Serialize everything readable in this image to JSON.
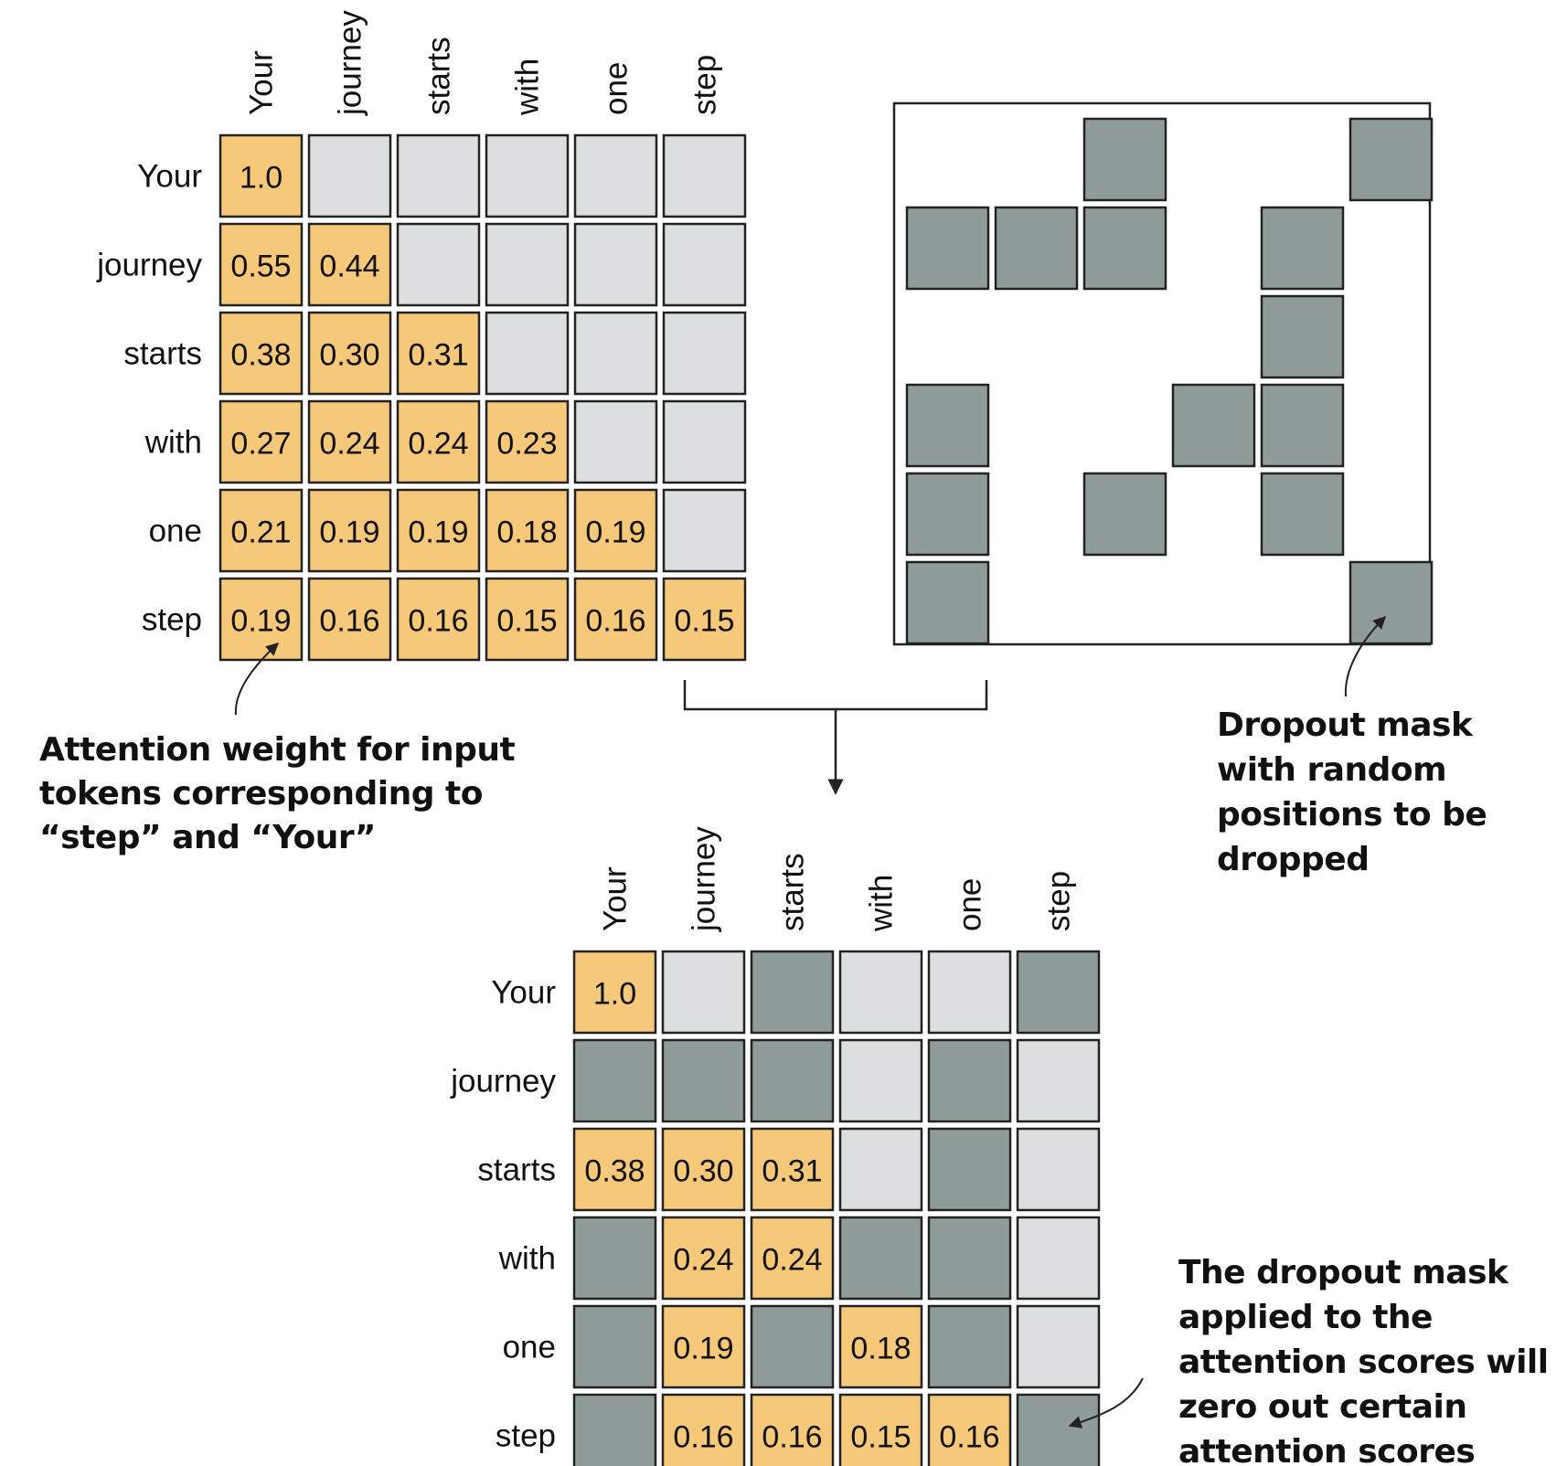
{
  "tokens": [
    "Your",
    "journey",
    "starts",
    "with",
    "one",
    "step"
  ],
  "colors": {
    "weight_cell": "#f6c87a",
    "masked_future_cell": "#dcdfe0",
    "dropped_cell": "#8f9c9a",
    "cell_border": "#222222",
    "line": "#222222"
  },
  "attention_matrix": {
    "rows": [
      [
        "1.0",
        null,
        null,
        null,
        null,
        null
      ],
      [
        "0.55",
        "0.44",
        null,
        null,
        null,
        null
      ],
      [
        "0.38",
        "0.30",
        "0.31",
        null,
        null,
        null
      ],
      [
        "0.27",
        "0.24",
        "0.24",
        "0.23",
        null,
        null
      ],
      [
        "0.21",
        "0.19",
        "0.19",
        "0.18",
        "0.19",
        null
      ],
      [
        "0.19",
        "0.16",
        "0.16",
        "0.15",
        "0.16",
        "0.15"
      ]
    ]
  },
  "dropout_mask": {
    "dropped": [
      [
        0,
        2
      ],
      [
        0,
        5
      ],
      [
        1,
        0
      ],
      [
        1,
        1
      ],
      [
        1,
        2
      ],
      [
        1,
        4
      ],
      [
        2,
        4
      ],
      [
        3,
        0
      ],
      [
        3,
        3
      ],
      [
        3,
        4
      ],
      [
        4,
        0
      ],
      [
        4,
        2
      ],
      [
        4,
        4
      ],
      [
        5,
        0
      ],
      [
        5,
        5
      ]
    ]
  },
  "result_matrix": {
    "rows": [
      [
        "1.0",
        "empty",
        "dropped",
        "empty",
        "empty",
        "dropped"
      ],
      [
        "dropped",
        "dropped",
        "dropped",
        "empty",
        "dropped",
        "empty"
      ],
      [
        "0.38",
        "0.30",
        "0.31",
        "empty",
        "dropped",
        "empty"
      ],
      [
        "dropped",
        "0.24",
        "0.24",
        "dropped",
        "dropped",
        "empty"
      ],
      [
        "dropped",
        "0.19",
        "dropped",
        "0.18",
        "dropped",
        "empty"
      ],
      [
        "dropped",
        "0.16",
        "0.16",
        "0.15",
        "0.16",
        "dropped"
      ]
    ]
  },
  "annotations": {
    "attention_weight": [
      "Attention weight for input",
      "tokens corresponding to",
      "“step” and “Your”"
    ],
    "dropout_mask": [
      "Dropout mask",
      "with random",
      "positions to be",
      "dropped"
    ],
    "applied": [
      "The dropout mask",
      "applied to the",
      "attention scores will",
      "zero out certain",
      "attention scores"
    ]
  }
}
